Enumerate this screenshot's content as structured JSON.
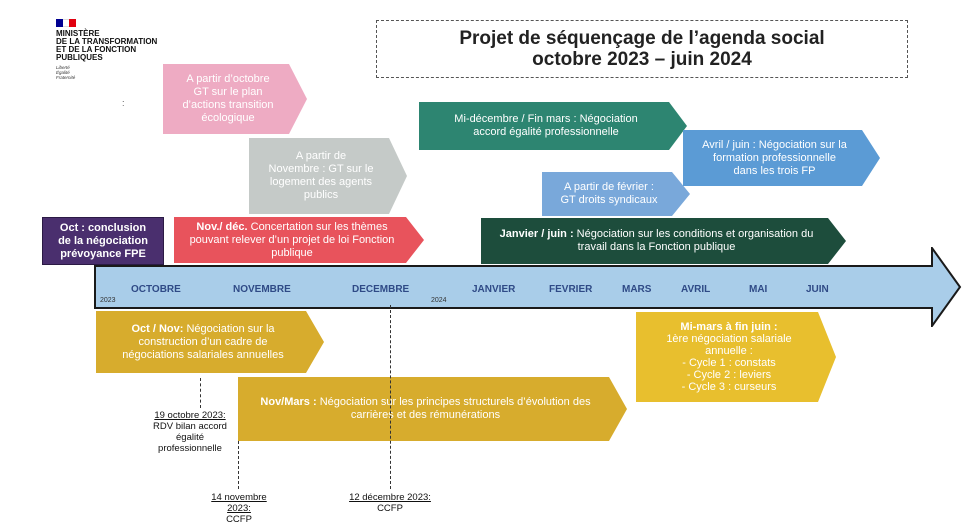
{
  "logo": {
    "lines": [
      "MINISTÈRE",
      "DE LA TRANSFORMATION",
      "ET DE LA FONCTION",
      "PUBLIQUES"
    ],
    "motto": [
      "Liberté",
      "Égalité",
      "Fraternité"
    ],
    "colors": {
      "blue": "#000091",
      "red": "#e1000f"
    }
  },
  "title": {
    "line1": "Projet de séquençage de l’agenda social",
    "line2": "octobre 2023 – juin 2024"
  },
  "timeline": {
    "year_start": "2023",
    "year_mid": "2024",
    "months": [
      "OCTOBRE",
      "NOVEMBRE",
      "DECEMBRE",
      "JANVIER",
      "FEVRIER",
      "MARS",
      "AVRIL",
      "MAI",
      "JUIN"
    ],
    "color": "#a9cde9"
  },
  "blocks": {
    "gt_transition": {
      "lines": [
        "A partir d’octobre",
        "GT sur le plan",
        "d’actions transition",
        "écologique"
      ],
      "color": "#eeabc3"
    },
    "gt_logement": {
      "lines": [
        "A  partir de",
        "Novembre : GT sur le",
        "logement des agents",
        "publics"
      ],
      "color": "#c5cac8"
    },
    "prevoyance": {
      "lines": [
        "Oct : conclusion",
        "de la négociation",
        "prévoyance FPE"
      ],
      "color": "#4a2f6e"
    },
    "concertation": {
      "bold": "Nov./ déc.",
      "rest": " Concertation sur les thèmes pouvant relever d’un projet de loi Fonction publique",
      "color": "#e8535c"
    },
    "egalite": {
      "lines": [
        "Mi-décembre / Fin mars : Négociation",
        "accord égalité professionnelle"
      ],
      "color": "#2d8571"
    },
    "formation": {
      "lines": [
        "Avril / juin : Négociation sur la",
        "formation professionnelle",
        "dans les trois FP"
      ],
      "color": "#5b9bd5"
    },
    "droits_syndicaux": {
      "lines": [
        "A partir de février :",
        "GT droits syndicaux"
      ],
      "color": "#79a8da"
    },
    "conditions_travail": {
      "bold": "Janvier / juin :",
      "rest": " Négociation sur les conditions et organisation du travail dans la Fonction publique",
      "color": "#1d4d3c"
    },
    "salariales_cadre": {
      "bold": "Oct / Nov:",
      "rest": " Négociation  sur la construction d’un cadre de négociations salariales annuelles",
      "color": "#d7ac2d"
    },
    "carrieres": {
      "bold": "Nov/Mars :",
      "rest": " Négociation sur les principes structurels d’évolution des carrières et des rémunérations",
      "color": "#d7ac2d"
    },
    "salariale_annuelle": {
      "head": [
        "Mi-mars à fin juin :",
        "1ère négociation salariale",
        "annuelle :"
      ],
      "items": [
        "Cycle 1 : constats",
        "Cycle 2 : leviers",
        "Cycle 3 : curseurs"
      ],
      "color": "#e8bf2e"
    }
  },
  "notes": {
    "oct19": {
      "date": "19 octobre 2023:",
      "lines": [
        "RDV bilan accord",
        "égalité",
        "professionnelle"
      ]
    },
    "nov14": {
      "date_lines": [
        "14 novembre",
        "2023:"
      ],
      "label": "CCFP"
    },
    "dec12": {
      "date": "12 décembre 2023:",
      "label": "CCFP"
    }
  },
  "stray_colon": ":"
}
